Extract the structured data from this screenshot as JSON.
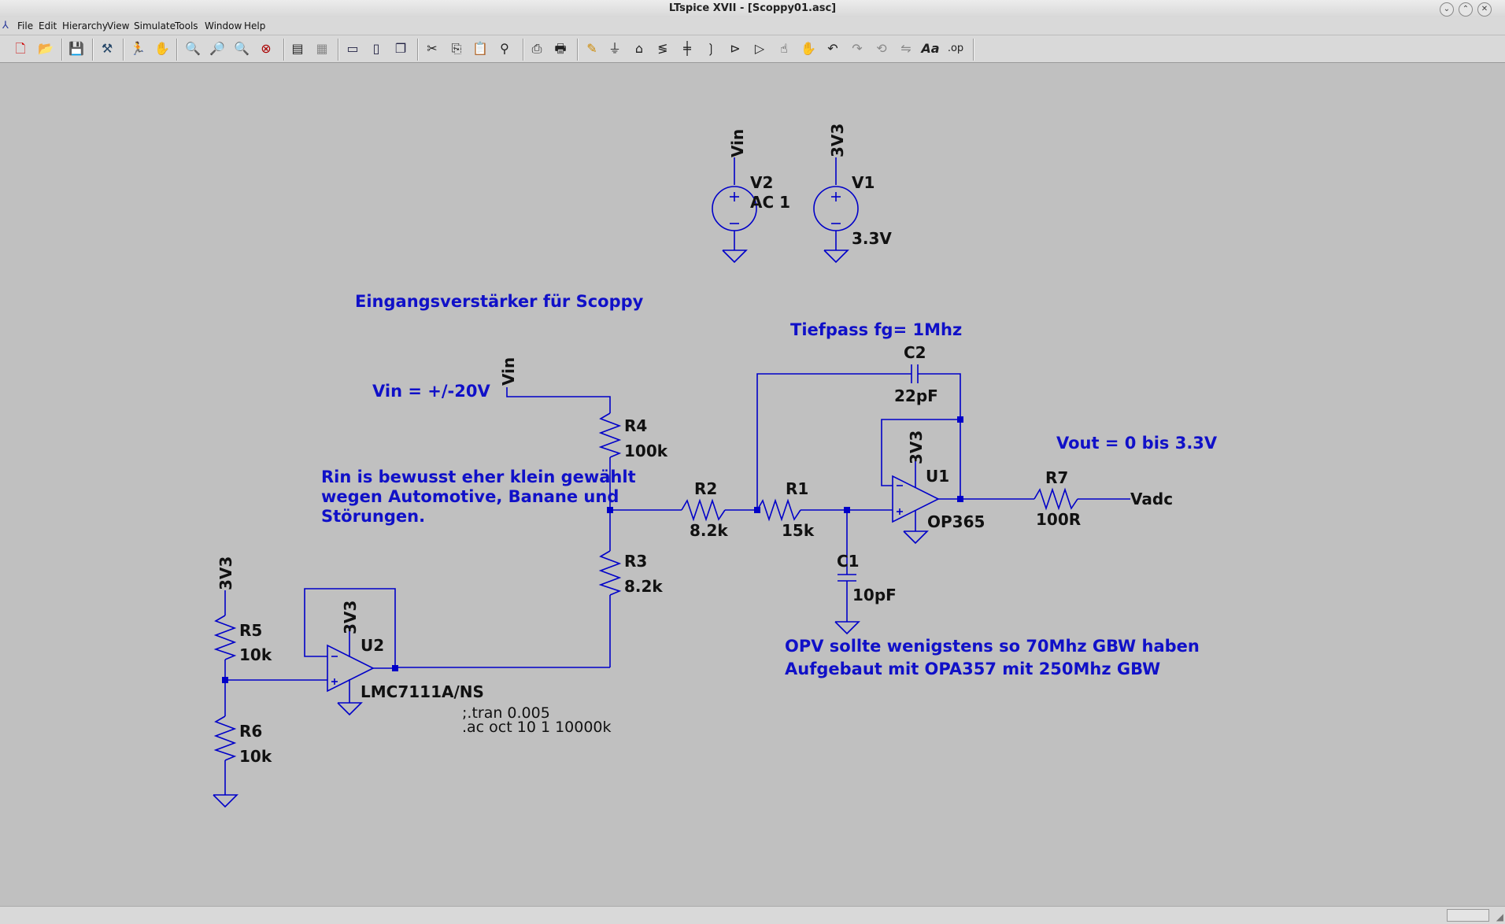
{
  "window": {
    "title": "LTspice XVII - [Scoppy01.asc]"
  },
  "menu": [
    "File",
    "Edit",
    "Hierarchy",
    "View",
    "Simulate",
    "Tools",
    "Window",
    "Help"
  ],
  "toolbar_icons": [
    "new-schematic",
    "open",
    "save",
    "control-panel",
    "run",
    "halt",
    "zoom-in",
    "zoom-pan",
    "zoom-out",
    "zoom-fit",
    "autorange",
    "show-grid",
    "tile-horizontal",
    "tile-vertical",
    "cascade",
    "cut",
    "copy",
    "paste",
    "find",
    "print-preview",
    "print",
    "draw-wire",
    "ground",
    "label-net",
    "resistor",
    "capacitor",
    "inductor",
    "diode",
    "component",
    "move",
    "drag",
    "undo",
    "redo",
    "rotate",
    "mirror",
    "text",
    "spice-directive"
  ],
  "schematic": {
    "labels": {
      "v2_net": "Vin",
      "v2_name": "V2",
      "v2_value": "AC 1",
      "v1_net": "3V3",
      "v1_name": "V1",
      "v1_value": "3.3V",
      "vin_net": "Vin",
      "r4_name": "R4",
      "r4_value": "100k",
      "r2_name": "R2",
      "r2_value": "8.2k",
      "r1_name": "R1",
      "r1_value": "15k",
      "c2_name": "C2",
      "c2_value": "22pF",
      "c1_name": "C1",
      "c1_value": "10pF",
      "u1_supply": "3V3",
      "u1_name": "U1",
      "u1_value": "OP365",
      "r7_name": "R7",
      "r7_value": "100R",
      "vadc_net": "Vadc",
      "r3_name": "R3",
      "r3_value": "8.2k",
      "r5_supply": "3V3",
      "r5_name": "R5",
      "r5_value": "10k",
      "r6_name": "R6",
      "r6_value": "10k",
      "u2_supply": "3V3",
      "u2_name": "U2",
      "u2_value": "LMC7111A/NS"
    },
    "comments": {
      "title": "Eingangsverstärker für Scoppy",
      "lowpass": "Tiefpass fg= 1Mhz",
      "vin_range": "Vin = +/-20V",
      "vout_range": "Vout = 0 bis 3.3V",
      "rin_note_1": "Rin is bewusst eher klein gewählt",
      "rin_note_2": "wegen Automotive, Banane und",
      "rin_note_3": "Störungen.",
      "opv_note_1": "OPV sollte wenigstens so 70Mhz GBW haben",
      "opv_note_2": "Aufgebaut mit OPA357 mit 250Mhz GBW"
    },
    "directives": {
      "tran": ";.tran 0.005",
      "ac": ".ac oct 10 1 10000k"
    }
  }
}
